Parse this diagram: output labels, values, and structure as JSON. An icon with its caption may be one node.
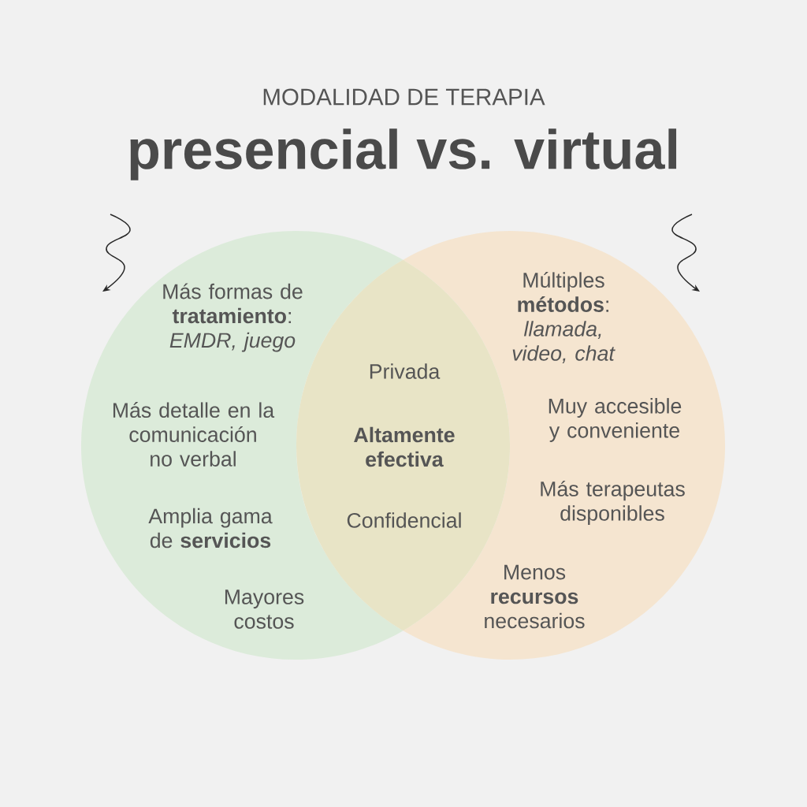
{
  "diagram": {
    "title": "presencial vs. virtual",
    "labels": [
      "MODALIDAD DE TERAPIA"
    ],
    "nodes": [
      {
        "text": [
          "Más formas de **tratamiento**: *EMDR, juego*",
          "Más detalle en la comunicación no verbal",
          "Amplia gama de **servicios**",
          "Mayores costos"
        ]
      },
      {
        "text": [
          "Múltiples **métodos**: *llamada, video, chat*",
          "Muy accesible y conveniente",
          "Más terapeutas disponibles",
          "Menos **recursos** necesarios"
        ]
      },
      {
        "text": [
          "Privada",
          "**Altamente efectiva**",
          "Confidencial"
        ]
      }
    ],
    "edges": [
      {
        "from": null,
        "to": 0,
        "arrow": "to"
      },
      {
        "from": null,
        "to": 1,
        "arrow": "to"
      }
    ]
  }
}
